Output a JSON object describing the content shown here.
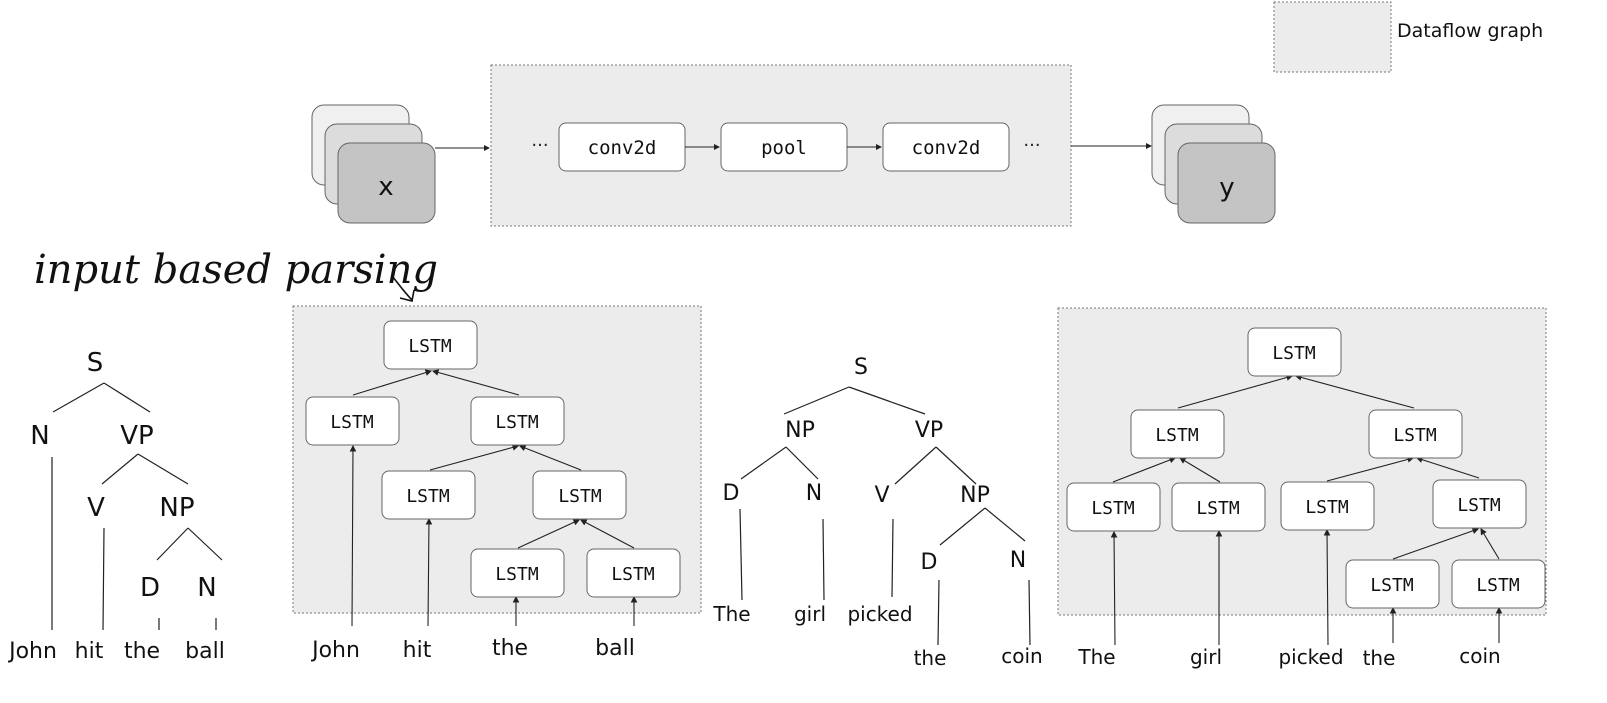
{
  "legend": {
    "label": "Dataflow graph"
  },
  "annotation": {
    "handwritten": "input based parsing"
  },
  "top_pipeline": {
    "input_label": "x",
    "output_label": "y",
    "ellipsis": "···",
    "ops": [
      "conv2d",
      "pool",
      "conv2d"
    ]
  },
  "tree1": {
    "S": "S",
    "N": "N",
    "VP": "VP",
    "V": "V",
    "NP": "NP",
    "D": "D",
    "N2": "N",
    "words": [
      "John",
      "hit",
      "the",
      "ball"
    ]
  },
  "lstm_label": "LSTM",
  "lstm_tree1_words": [
    "John",
    "hit",
    "the",
    "ball"
  ],
  "tree2": {
    "S": "S",
    "NP": "NP",
    "VP": "VP",
    "D": "D",
    "N": "N",
    "V": "V",
    "NP2": "NP",
    "D2": "D",
    "N2": "N",
    "words": [
      "The",
      "girl",
      "picked",
      "the",
      "coin"
    ]
  },
  "lstm_tree2_words": [
    "The",
    "girl",
    "picked",
    "the",
    "coin"
  ]
}
